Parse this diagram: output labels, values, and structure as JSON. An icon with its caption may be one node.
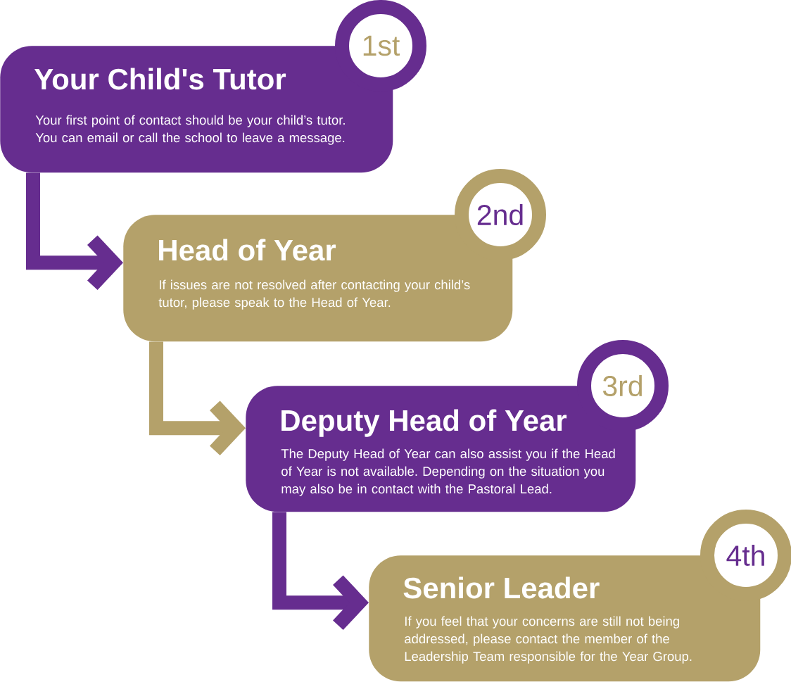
{
  "diagram": {
    "nodes": [
      {
        "text": [
          "Your Child's Tutor",
          "Your first point of contact should be your child’s tutor. You can email or call the school to leave a message."
        ]
      },
      {
        "text": [
          "1st"
        ]
      },
      {
        "text": [
          "Head of Year",
          "If issues are not resolved after contacting your child’s tutor, please speak to the Head of Year."
        ]
      },
      {
        "text": [
          "2nd"
        ]
      },
      {
        "text": [
          "Deputy Head of Year",
          "The Deputy Head of Year can also assist you if the Head of Year is not available. Depending on the situation you may also be in contact with the Pastoral Lead."
        ]
      },
      {
        "text": [
          "3rd"
        ]
      },
      {
        "text": [
          "Senior Leader",
          "If you feel that your concerns are still not being addressed, please contact the member of the Leadership Team responsible for the Year Group."
        ]
      },
      {
        "text": [
          "4th"
        ]
      }
    ],
    "edges": [
      {
        "from": 0,
        "to": 2,
        "arrow": "to"
      },
      {
        "from": 2,
        "to": 4,
        "arrow": "to",
        "color": "#b4a16a"
      },
      {
        "from": 4,
        "to": 6,
        "arrow": "to"
      }
    ]
  }
}
